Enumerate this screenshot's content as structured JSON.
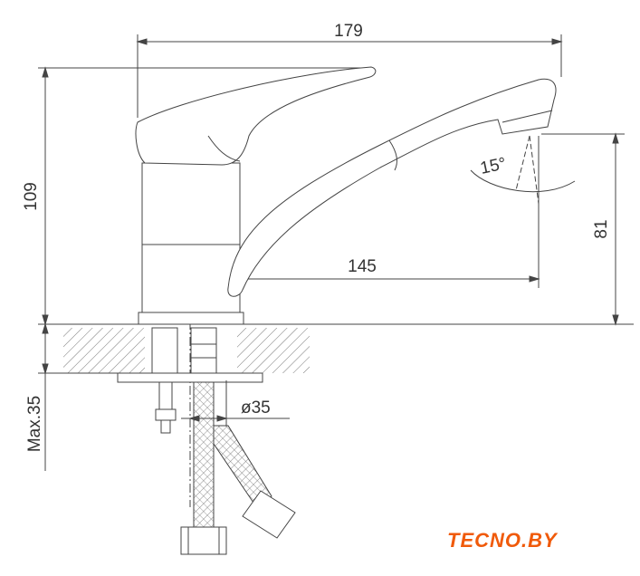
{
  "dimensions": {
    "total_length": "179",
    "height": "109",
    "spout_reach": "145",
    "spout_height": "81",
    "angle": "15°",
    "max_thickness": "Max.35",
    "hole_diameter": "ø35"
  },
  "logo": {
    "text": "TECNO.BY",
    "color": "#f05a0a"
  }
}
